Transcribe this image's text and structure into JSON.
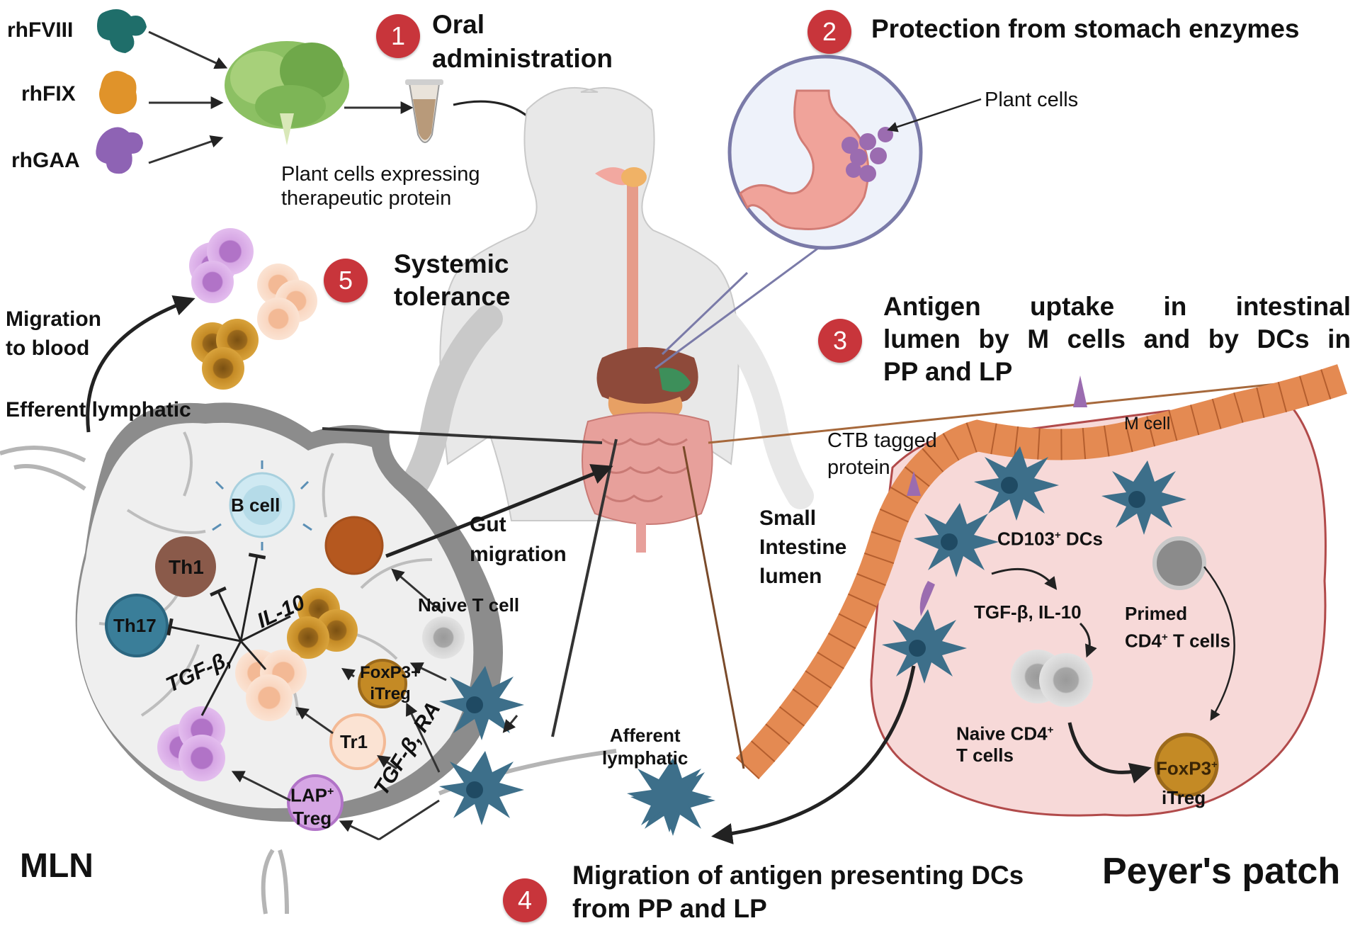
{
  "proteins": [
    "rhFVIII",
    "rhFIX",
    "rhGAA"
  ],
  "step1": {
    "number": "1",
    "title_line1": "Oral",
    "title_line2": "administration"
  },
  "plant_cells_expressing": {
    "line1": "Plant cells expressing",
    "line2": "therapeutic protein"
  },
  "step2": {
    "number": "2",
    "title": "Protection from stomach enzymes"
  },
  "plant_cells_label": "Plant cells",
  "step3": {
    "number": "3",
    "line1": "Antigen uptake in intestinal",
    "line2": "lumen by M cells and by DCs in",
    "line3": "PP and LP"
  },
  "step4": {
    "number": "4",
    "line1": "Migration of antigen presenting DCs",
    "line2": "from PP and LP"
  },
  "step5": {
    "number": "5",
    "line1": "Systemic",
    "line2": "tolerance"
  },
  "migration_to_blood": {
    "line1": "Migration",
    "line2": "to blood"
  },
  "efferent_lymphatic": "Efferent lymphatic",
  "mln_label": "MLN",
  "peyers_patch_label": "Peyer's patch",
  "gut_migration": {
    "line1": "Gut",
    "line2": "migration"
  },
  "mln_cells": {
    "b_cell": "B cell",
    "th1": "Th1",
    "th17": "Th17",
    "il10": "IL-10",
    "tgfb": "TGF-β,",
    "naive_t_cell": "Naive T cell",
    "foxp3_itreg_line1": "FoxP3+",
    "foxp3_itreg_line2": "iTreg",
    "tr1": "Tr1",
    "lap_treg_line1": "LAP",
    "lap_treg_sup": "+",
    "lap_treg_line2": "Treg",
    "tgfb_ra": "TGF-β, RA"
  },
  "afferent_lymphatic": {
    "line1": "Afferent",
    "line2": "lymphatic"
  },
  "pp_cells": {
    "ctb_line1": "CTB tagged",
    "ctb_line2": "protein",
    "m_cell": "M cell",
    "small_intestine_line1": "Small",
    "small_intestine_line2": "Intestine",
    "small_intestine_line3": "lumen",
    "cd103_dcs": "CD103",
    "cd103_sup": "+",
    "cd103_suffix": " DCs",
    "tgfb_il10": "TGF-β, IL-10",
    "primed_line1": "Primed",
    "primed_line2": "CD4",
    "primed_sup": "+",
    "primed_suffix": " T cells",
    "naive_cd4_line1": "Naive CD4",
    "naive_cd4_sup": "+",
    "naive_cd4_line2": "T cells",
    "foxp3": "FoxP3",
    "foxp3_sup": "+",
    "itreg": "iTreg"
  },
  "colors": {
    "step_circle": "#c8353b",
    "dc_cell": "#3d6f8a",
    "peyers_patch_fill": "#f7d9d8",
    "epithelium": "#e48a52",
    "mln_fill": "#efefef",
    "mln_border": "#8c8c8c",
    "treg_gold": "#c48a25",
    "tr1_peach": "#f7c9ad",
    "lap_purple": "#c88fd8",
    "th1_brown": "#8a5a4a",
    "th17_teal": "#3a7e99"
  }
}
